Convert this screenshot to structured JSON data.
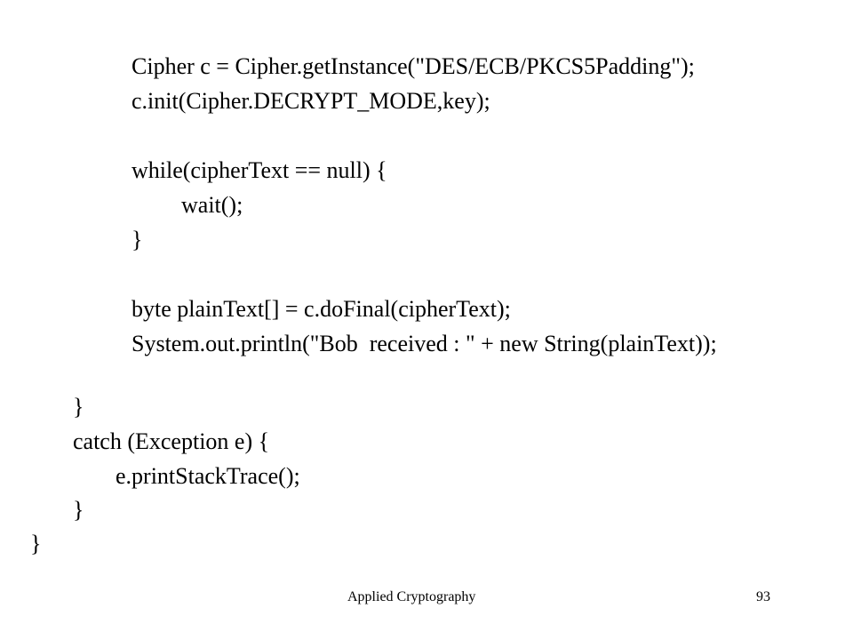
{
  "slide": {
    "code_lines": [
      "Cipher c = Cipher.getInstance(\"DES/ECB/PKCS5Padding\");",
      "c.init(Cipher.DECRYPT_MODE,key);",
      "while(cipherText == null) {",
      "wait();",
      "}",
      "byte plainText[] = c.doFinal(cipherText);",
      "System.out.println(\"Bob  received : \" + new String(plainText));",
      "}",
      "catch (Exception e) {",
      "e.printStackTrace();",
      "}",
      "}"
    ],
    "footer_title": "Applied Cryptography",
    "page_number": "93"
  }
}
